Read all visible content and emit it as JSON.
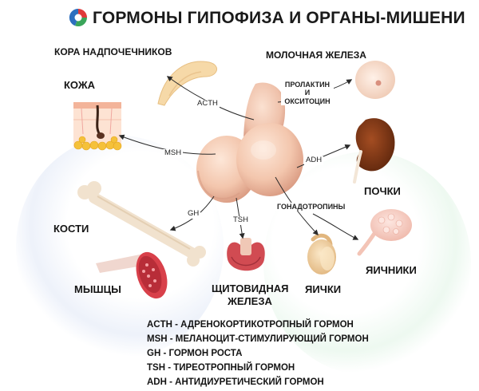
{
  "title": "ГОРМОНЫ ГИПОФИЗА И ОРГАНЫ-МИШЕНИ",
  "targets": {
    "adrenal_cortex": "КОРА НАДПОЧЕЧНИКОВ",
    "skin": "КОЖА",
    "bones": "КОСТИ",
    "muscles": "МЫШЦЫ",
    "thyroid_line1": "ЩИТОВИДНАЯ",
    "thyroid_line2": "ЖЕЛЕЗА",
    "testes": "ЯИЧКИ",
    "ovaries": "ЯИЧНИКИ",
    "kidneys": "ПОЧКИ",
    "mammary_gland": "МОЛОЧНАЯ ЖЕЛЕЗА"
  },
  "hormone_labels": {
    "acth": "ACTH",
    "msh": "MSH",
    "gh": "GH",
    "tsh": "TSH",
    "adh": "ADH",
    "gonadotropins": "ГОНАДОТРОПИНЫ",
    "prolactin_line1": "ПРОЛАКТИН",
    "prolactin_line2": "И",
    "prolactin_line3": "ОКСИТОЦИН"
  },
  "legend": [
    "ACTH - АДРЕНОКОРТИКОТРОПНЫЙ ГОРМОН",
    "MSH - МЕЛАНОЦИТ-СТИМУЛИРУЮЩИЙ ГОРМОН",
    "GH - ГОРМОН РОСТА",
    "TSH - ТИРЕОТРОПНЫЙ ГОРМОН",
    "ADH - АНТИДИУРЕТИЧЕСКИЙ ГОРМОН"
  ],
  "colors": {
    "gland": "#f2c9b4",
    "gland_shadow": "#dba58e",
    "adrenal": "#f6d9a8",
    "kidney": "#7a3514",
    "thyroid": "#d14b52",
    "muscle": "#d8404a",
    "arrow": "#2a2a2a",
    "logo_red": "#e03a3a",
    "logo_blue": "#2d6fbe",
    "logo_green": "#3aa55a"
  }
}
